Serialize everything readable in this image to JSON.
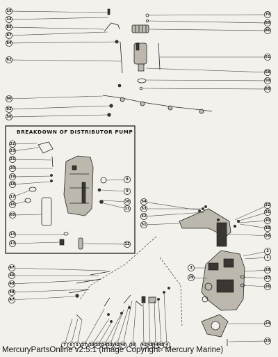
{
  "inset": {
    "title": "BREAKDOWN OF DISTRIBUTOR PUMP"
  },
  "caption": "MercuryPartsOnline v2.5.1 (Image Copyright- Mercury Marine)",
  "callouts": [
    "15",
    "14",
    "85",
    "87",
    "64",
    "62",
    "70",
    "88",
    "86",
    "61",
    "58",
    "59",
    "60",
    "90",
    "92",
    "56",
    "22",
    "23",
    "21",
    "20",
    "19",
    "18",
    "17",
    "16",
    "65",
    "14",
    "13",
    "8",
    "9",
    "10",
    "11",
    "12",
    "54",
    "53",
    "52",
    "51",
    "32",
    "31",
    "30",
    "38",
    "36",
    "2",
    "1",
    "3",
    "29",
    "28",
    "27",
    "26",
    "47",
    "40",
    "49",
    "48",
    "47",
    "24",
    "25",
    "7",
    "6",
    "5",
    "37",
    "39",
    "35",
    "34",
    "33",
    "42",
    "46",
    "36",
    "41",
    "43",
    "44",
    "45",
    "4"
  ]
}
